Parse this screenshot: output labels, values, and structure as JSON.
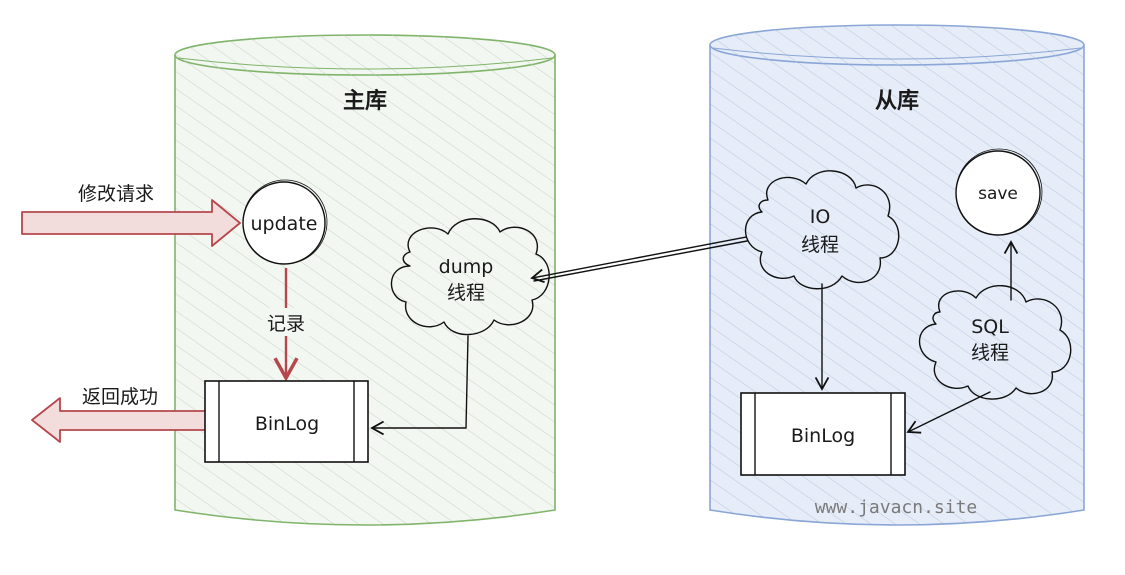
{
  "master": {
    "title": "主库"
  },
  "slave": {
    "title": "从库"
  },
  "master_nodes": {
    "update": "update",
    "dump": [
      "dump",
      "线程"
    ],
    "binlog": "BinLog"
  },
  "slave_nodes": {
    "io": [
      "IO",
      "线程"
    ],
    "sql": [
      "SQL",
      "线程"
    ],
    "save": "save",
    "binlog": "BinLog"
  },
  "labels": {
    "request": "修改请求",
    "record": "记录",
    "success": "返回成功"
  },
  "watermark": "www.javacn.site",
  "colors": {
    "master_border": "#7fb46a",
    "master_fill": "#f3f7f1",
    "slave_border": "#8aa6d6",
    "slave_fill": "#e6edf8",
    "red_arrow_fill": "#f2dcdc",
    "red_arrow_stroke": "#b5484b"
  }
}
